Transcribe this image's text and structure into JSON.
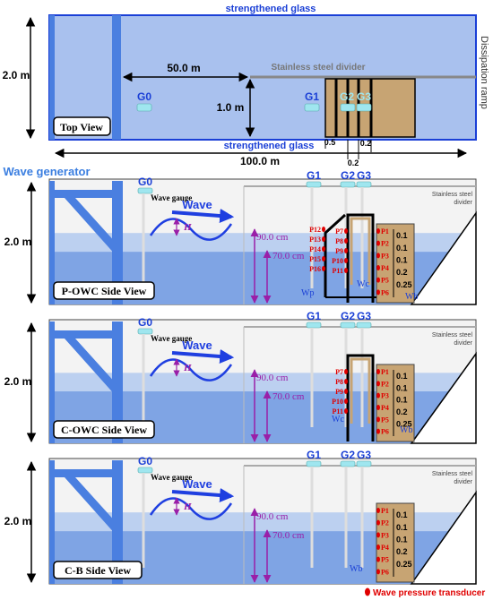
{
  "top_view": {
    "label_top": "strengthened glass",
    "label_bottom": "strengthened glass",
    "label_divider": "Stainless steel divider",
    "label_ramp": "Dissipation ramp",
    "height_label": "2.0 m",
    "dist_50": "50.0 m",
    "dist_1": "1.0 m",
    "dist_100": "100.0 m",
    "gap_05": "0.5",
    "gap_02a": "0.2",
    "gap_02b": "0.2",
    "view_label": "Top  View",
    "gauges": [
      "G0",
      "G1",
      "G2",
      "G3"
    ]
  },
  "wave_generator_label": "Wave generator",
  "side_views": [
    {
      "view_label": "P-OWC Side View",
      "height_label": "2.0 m",
      "gauges": [
        "G0",
        "G1",
        "G2",
        "G3"
      ],
      "gauge_label": "Wave gauge",
      "wave_label": "Wave",
      "h_label": "H",
      "depth_90": "90.0 cm",
      "depth_70": "70.0 cm",
      "divider_label_1": "Stainless steel",
      "divider_label_2": "divider",
      "p_front": [
        "P12",
        "P13",
        "P14",
        "P15",
        "P16"
      ],
      "p_mid": [
        "P7",
        "P8",
        "P9",
        "P10",
        "P11"
      ],
      "p_back": [
        "P1",
        "P2",
        "P3",
        "P4",
        "P5",
        "P6"
      ],
      "spacings": [
        "0.1",
        "0.1",
        "0.1",
        "0.2",
        "0.25"
      ],
      "w_labels": [
        "Wp",
        "Wc",
        "Wb"
      ]
    },
    {
      "view_label": "C-OWC Side View",
      "height_label": "2.0 m",
      "gauges": [
        "G0",
        "G1",
        "G2",
        "G3"
      ],
      "gauge_label": "Wave gauge",
      "wave_label": "Wave",
      "h_label": "H",
      "depth_90": "90.0 cm",
      "depth_70": "70.0 cm",
      "divider_label_1": "Stainless steel",
      "divider_label_2": "divider",
      "p_mid": [
        "P7",
        "P8",
        "P9",
        "P10",
        "P11"
      ],
      "p_back": [
        "P1",
        "P2",
        "P3",
        "P4",
        "P5",
        "P6"
      ],
      "spacings": [
        "0.1",
        "0.1",
        "0.1",
        "0.2",
        "0.25"
      ],
      "w_labels": [
        "Wc",
        "Wb"
      ]
    },
    {
      "view_label": "C-B Side View",
      "height_label": "2.0 m",
      "gauges": [
        "G0",
        "G1",
        "G2",
        "G3"
      ],
      "gauge_label": "Wave gauge",
      "wave_label": "Wave",
      "h_label": "H",
      "depth_90": "90.0 cm",
      "depth_70": "70.0 cm",
      "divider_label_1": "Stainless steel",
      "divider_label_2": "divider",
      "p_back": [
        "P1",
        "P2",
        "P3",
        "P4",
        "P5",
        "P6"
      ],
      "spacings": [
        "0.1",
        "0.1",
        "0.1",
        "0.2",
        "0.25"
      ],
      "w_labels": [
        "Wb"
      ]
    }
  ],
  "legend": {
    "label": "Wave pressure transducer"
  },
  "colors": {
    "glass_line": "#1a3fd6",
    "water_light": "#bcd0f0",
    "water_deep": "#7fa4e4",
    "tank_top": "#a9c1ee",
    "frame": "#4a7fe0",
    "gauge": "#9fe6ef",
    "wall": "#c7a473",
    "pressure": "#e00000",
    "purple": "#9a1fa8",
    "wave_arrow": "#1f3fe0"
  }
}
